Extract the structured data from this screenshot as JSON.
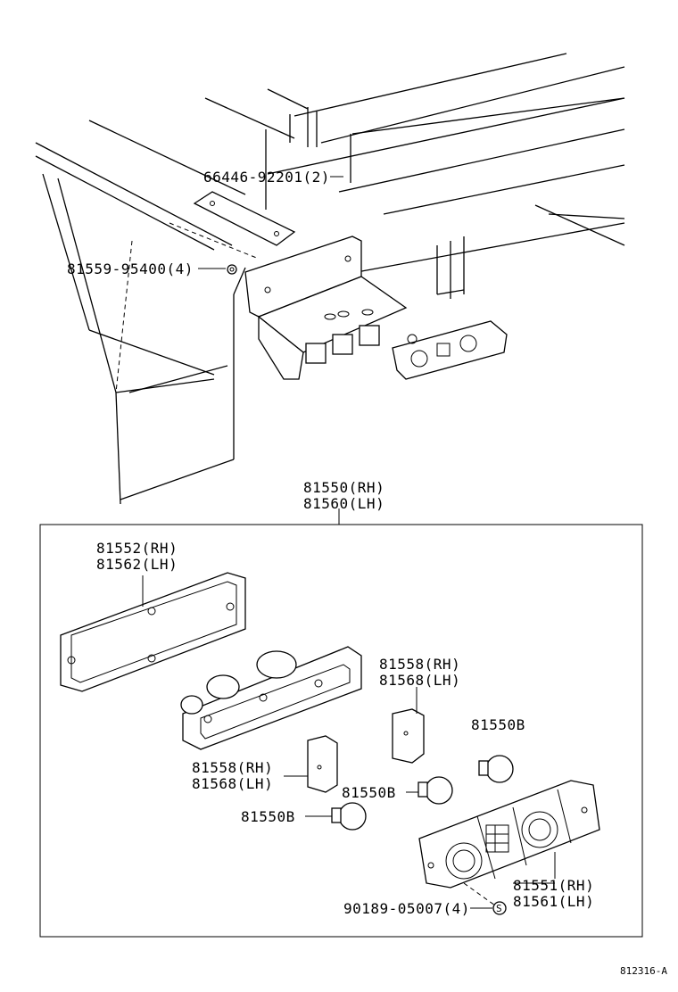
{
  "labels": {
    "stay": "66446-92201(2)",
    "nut": "81559-95400(4)",
    "assy_rh": "81550(RH)",
    "assy_lh": "81560(LH)",
    "gasket_rh": "81552(RH)",
    "gasket_lh": "81562(LH)",
    "socket_a_rh": "81558(RH)",
    "socket_a_lh": "81568(LH)",
    "bulb_right": "81550B",
    "socket_b_rh": "81558(RH)",
    "socket_b_lh": "81568(LH)",
    "bulb_mid": "81550B",
    "bulb_left": "81550B",
    "lens_rh": "81551(RH)",
    "lens_lh": "81561(LH)",
    "screw": "90189-05007(4)",
    "screw_symbol": "S",
    "ref_code": "812316-A"
  }
}
